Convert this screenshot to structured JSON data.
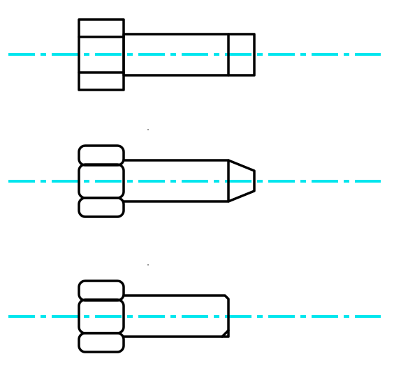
{
  "colors": {
    "background": "#ffffff",
    "outline": "#000000",
    "centerline": "#00e6ee"
  },
  "bolts": [
    {
      "name": "bolt-square-head-flat-end",
      "head_style": "square",
      "end_style": "flat-with-chamfer-line"
    },
    {
      "name": "bolt-hex-head-pointed-end",
      "head_style": "hex-rounded",
      "end_style": "cone-point"
    },
    {
      "name": "bolt-hex-head-chamfered-end",
      "head_style": "hex-rounded",
      "end_style": "small-chamfer"
    }
  ]
}
